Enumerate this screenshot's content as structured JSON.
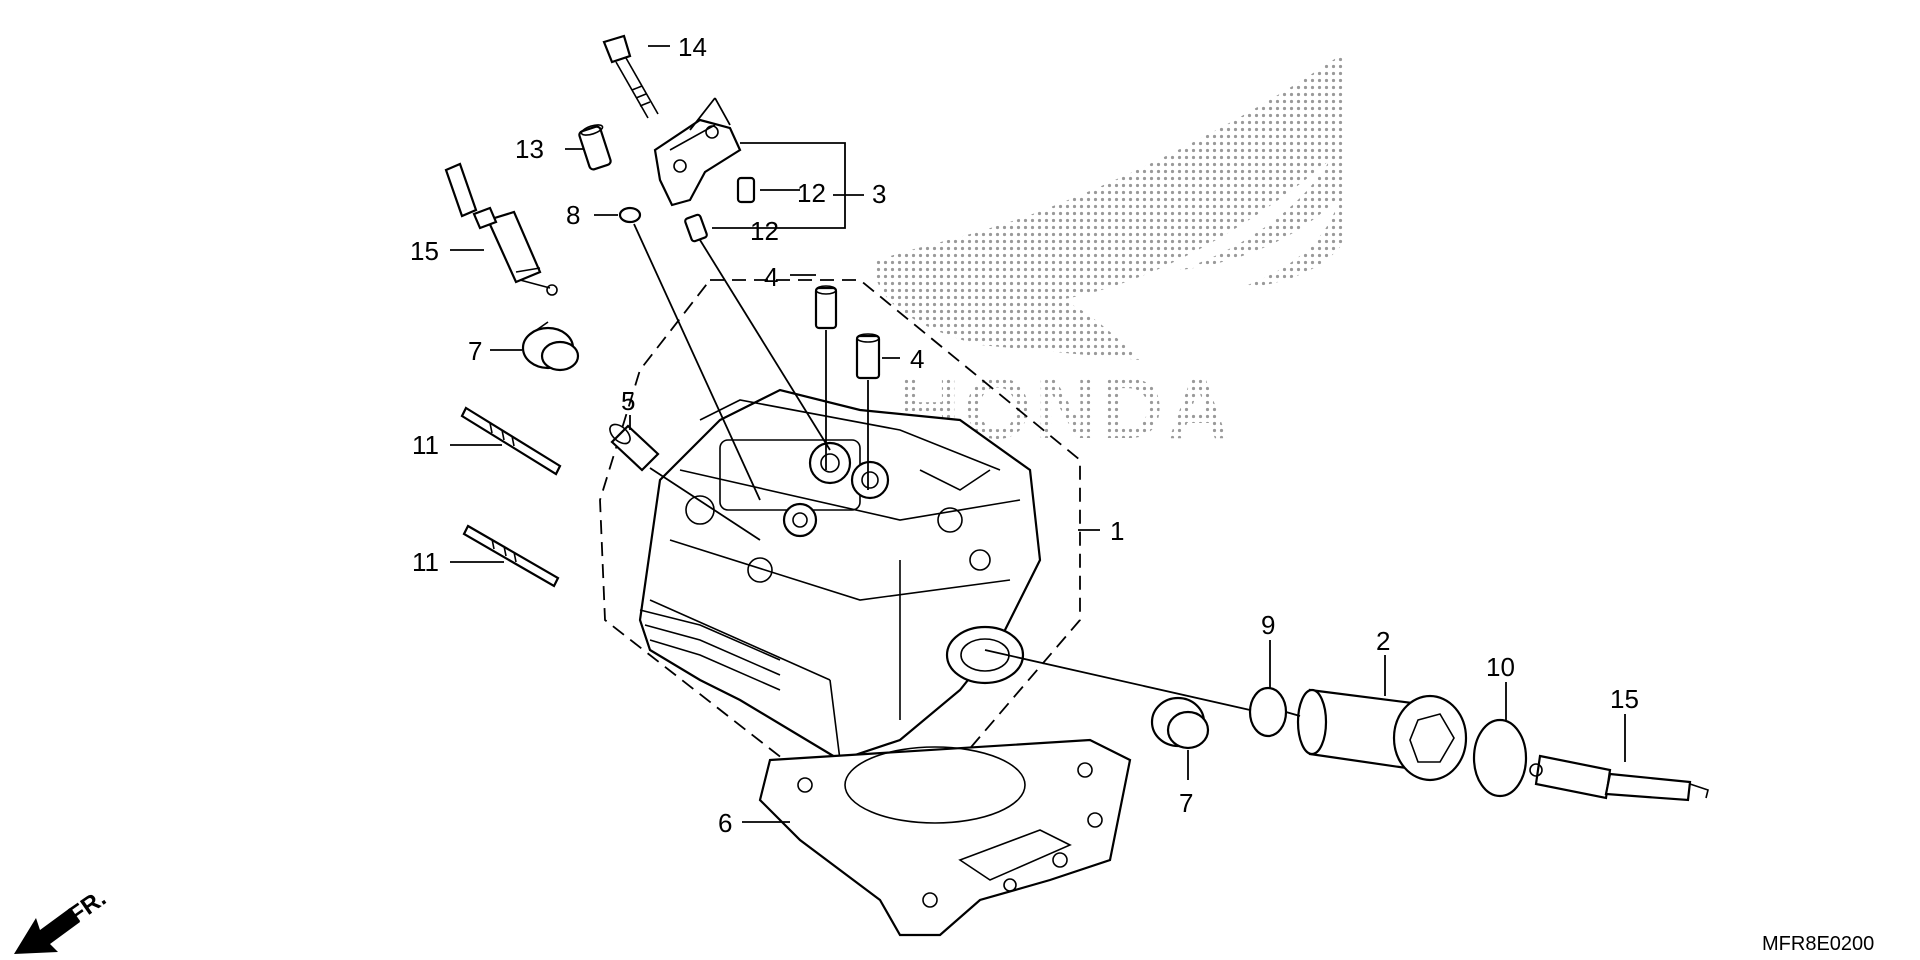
{
  "diagram": {
    "brand_text": "HONDA",
    "diagram_code": "MFR8E0200",
    "direction_label": "FR.",
    "colors": {
      "line": "#000000",
      "background": "#ffffff",
      "watermark_dots": "#9a9a9a"
    },
    "callouts": [
      {
        "id": "c14",
        "text": "14"
      },
      {
        "id": "c13",
        "text": "13"
      },
      {
        "id": "c12a",
        "text": "12"
      },
      {
        "id": "c3",
        "text": "3"
      },
      {
        "id": "c8",
        "text": "8"
      },
      {
        "id": "c12b",
        "text": "12"
      },
      {
        "id": "c15a",
        "text": "15"
      },
      {
        "id": "c4a",
        "text": "4"
      },
      {
        "id": "c4b",
        "text": "4"
      },
      {
        "id": "c7a",
        "text": "7"
      },
      {
        "id": "c5",
        "text": "5"
      },
      {
        "id": "c11a",
        "text": "11"
      },
      {
        "id": "c1",
        "text": "1"
      },
      {
        "id": "c11b",
        "text": "11"
      },
      {
        "id": "c9",
        "text": "9"
      },
      {
        "id": "c2",
        "text": "2"
      },
      {
        "id": "c10",
        "text": "10"
      },
      {
        "id": "c15b",
        "text": "15"
      },
      {
        "id": "c6",
        "text": "6"
      },
      {
        "id": "c7b",
        "text": "7"
      }
    ]
  }
}
